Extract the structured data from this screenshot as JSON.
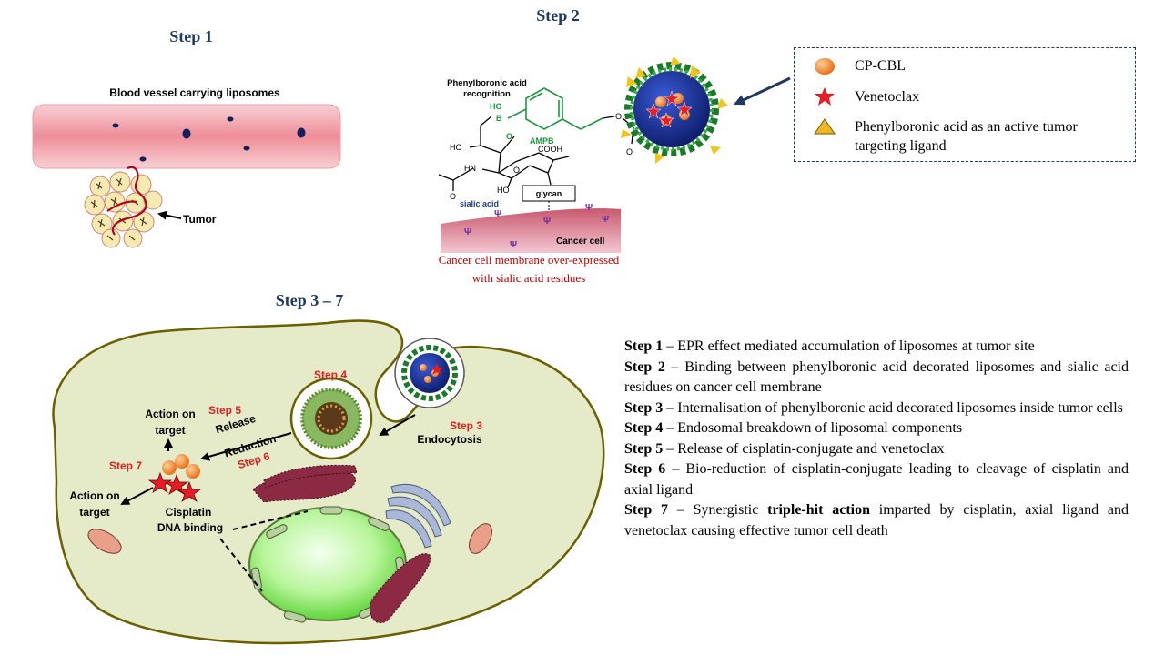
{
  "step_headers": {
    "step1": "Step 1",
    "step2": "Step 2",
    "step3_7": "Step 3 – 7"
  },
  "step1_panel": {
    "vessel_label": "Blood vessel carrying liposomes",
    "tumor_label": "Tumor"
  },
  "step2_panel": {
    "recognition_label": "Phenylboronic acid recognition",
    "ampb_label": "AMPB",
    "sialic_label": "sialic acid",
    "glycan_label": "glycan",
    "cancer_cell_label": "Cancer cell",
    "cooh_label": "COOH",
    "caption_line1": "Cancer cell membrane over-expressed",
    "caption_line2": "with sialic acid residues"
  },
  "legend": {
    "items": [
      {
        "label": "CP-CBL",
        "icon": "orange-sphere-icon"
      },
      {
        "label": "Venetoclax",
        "icon": "red-star-icon"
      },
      {
        "label": "Phenylboronic acid as an active tumor targeting ligand",
        "icon": "yellow-triangle-icon"
      }
    ]
  },
  "cell_panel": {
    "step4": "Step 4",
    "step5": "Step 5",
    "step6": "Step 6",
    "step7": "Step 7",
    "step3": "Step 3",
    "release": "Release",
    "reduction": "Reduction",
    "endocytosis": "Endocytosis",
    "action_on": "Action on",
    "target": "target",
    "cisplatin": "Cisplatin",
    "dna_binding": "DNA binding"
  },
  "descriptions": [
    {
      "step": "Step 1",
      "text": " – EPR effect mediated accumulation of liposomes at tumor site"
    },
    {
      "step": "Step 2",
      "text": " – Binding between phenylboronic acid decorated liposomes and sialic acid residues on cancer cell membrane"
    },
    {
      "step": "Step 3",
      "text": " – Internalisation of phenylboronic acid decorated liposomes inside tumor cells"
    },
    {
      "step": "Step 4",
      "text": " – Endosomal breakdown of liposomal components"
    },
    {
      "step": "Step 5",
      "text": " – Release of cisplatin-conjugate and venetoclax"
    },
    {
      "step": "Step 6",
      "text": " – Bio-reduction of cisplatin-conjugate leading to cleavage of cisplatin and axial ligand"
    },
    {
      "step": "Step 7",
      "text": " – Synergistic ",
      "bold": "triple-hit action",
      "text2": " imparted by cisplatin, axial ligand and venetoclax causing effective tumor cell death"
    }
  ],
  "colors": {
    "header_blue": "#1f3864",
    "step_red": "#e02020",
    "cell_fill": "#e5ebc8",
    "cell_border": "#6b6000",
    "vessel_pink": "#f2a7ae",
    "caption_red": "#c00000"
  }
}
